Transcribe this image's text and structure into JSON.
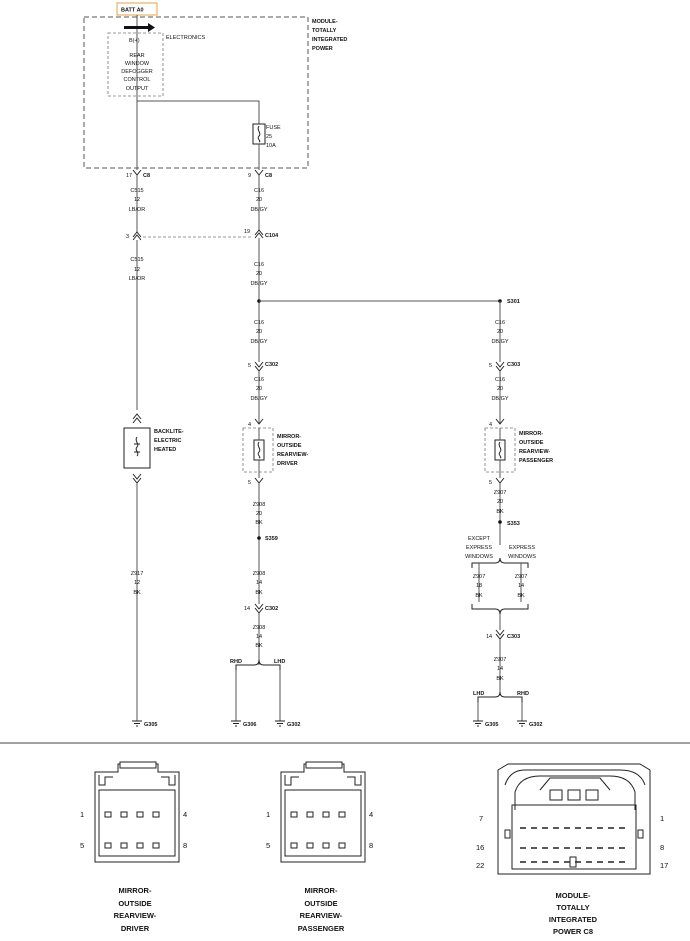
{
  "header": {
    "batt": "BATT A0",
    "module": [
      "MODULE-",
      "TOTALLY",
      "INTEGRATED",
      "POWER"
    ],
    "electronics": "ELECTRONICS",
    "b_plus": "B(+)",
    "defogger": [
      "REAR",
      "WINDOW",
      "DEFOGGER",
      "CONTROL",
      "OUTPUT"
    ],
    "fuse": [
      "FUSE",
      "25",
      "10A"
    ]
  },
  "left_circuit": {
    "pin_17": "17",
    "c8_a": "C8",
    "wire_1": [
      "C515",
      "12",
      "LB/OR"
    ],
    "pin_3": "3",
    "wire_2": [
      "C515",
      "12",
      "LB/OR"
    ],
    "backlite": [
      "BACKLITE-",
      "ELECTRIC",
      "HEATED"
    ],
    "wire_3": [
      "Z917",
      "12",
      "BK"
    ],
    "ground": "G305"
  },
  "mid_circuit": {
    "pin_9": "9",
    "c8_b": "C8",
    "wire_1": [
      "C16",
      "20",
      "DB/GY"
    ],
    "pin_19": "19",
    "c104": "C104",
    "wire_2": [
      "C16",
      "20",
      "DB/GY"
    ],
    "wire_3": [
      "C16",
      "20",
      "DB/GY"
    ],
    "pin_5": "5",
    "c302_a": "C302",
    "wire_4": [
      "C16",
      "20",
      "DB/GY"
    ],
    "pin_4": "4",
    "mirror_driver": [
      "MIRROR-",
      "OUTSIDE",
      "REARVIEW-",
      "DRIVER"
    ],
    "pin_5b": "5",
    "wire_5": [
      "Z908",
      "20",
      "BK"
    ],
    "s359": "S359",
    "wire_6": [
      "Z908",
      "14",
      "BK"
    ],
    "pin_14": "14",
    "c302_b": "C302",
    "wire_7": [
      "Z908",
      "14",
      "BK"
    ],
    "rhd": "RHD",
    "lhd": "LHD",
    "ground_1": "G306",
    "ground_2": "G302"
  },
  "right_circuit": {
    "s301": "S301",
    "wire_1": [
      "C16",
      "20",
      "DB/GY"
    ],
    "pin_5": "5",
    "c303_a": "C303",
    "wire_2": [
      "C16",
      "20",
      "DB/GY"
    ],
    "pin_4": "4",
    "mirror_passenger": [
      "MIRROR-",
      "OUTSIDE",
      "REARVIEW-",
      "PASSENGER"
    ],
    "pin_5b": "5",
    "wire_3": [
      "Z907",
      "20",
      "BK"
    ],
    "s353": "S353",
    "except": [
      "EXCEPT",
      "EXPRESS",
      "WINDOWS"
    ],
    "express": [
      "EXPRESS",
      "WINDOWS"
    ],
    "wire_4a": [
      "Z907",
      "18",
      "BK"
    ],
    "wire_4b": [
      "Z907",
      "14",
      "BK"
    ],
    "pin_14": "14",
    "c303_b": "C303",
    "wire_5": [
      "Z907",
      "14",
      "BK"
    ],
    "lhd": "LHD",
    "rhd": "RHD",
    "ground_1": "G305",
    "ground_2": "G302"
  },
  "connectors": {
    "driver": {
      "caption": [
        "MIRROR-",
        "OUTSIDE",
        "REARVIEW-",
        "DRIVER"
      ],
      "pins": {
        "tl": "1",
        "tr": "4",
        "bl": "5",
        "br": "8"
      }
    },
    "passenger": {
      "caption": [
        "MIRROR-",
        "OUTSIDE",
        "REARVIEW-",
        "PASSENGER"
      ],
      "pins": {
        "tl": "1",
        "tr": "4",
        "bl": "5",
        "br": "8"
      }
    },
    "tipm": {
      "caption": [
        "MODULE-",
        "TOTALLY",
        "INTEGRATED",
        "POWER C8"
      ],
      "pins": {
        "l1": "7",
        "r1": "1",
        "l2": "16",
        "r2": "8",
        "l3": "22",
        "r3": "17"
      }
    }
  }
}
